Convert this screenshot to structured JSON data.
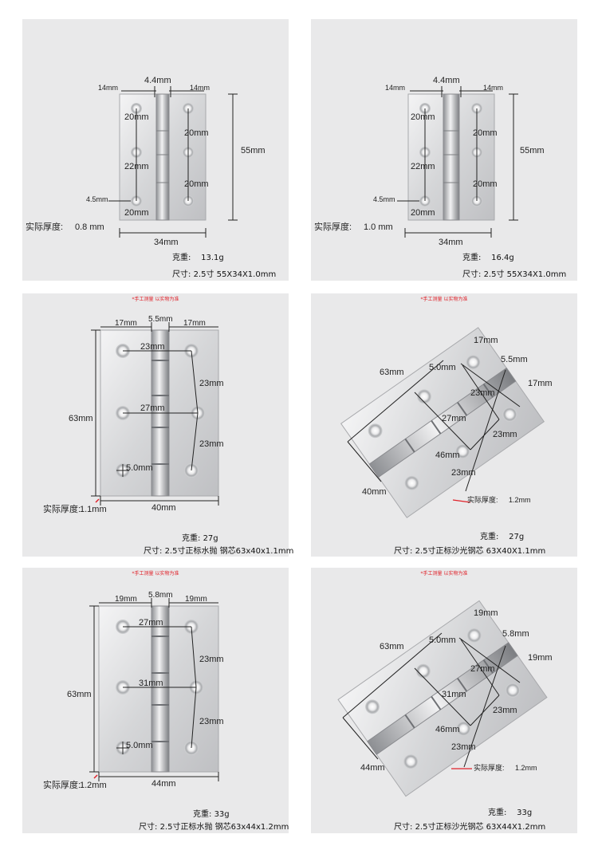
{
  "panels": [
    {
      "note": "",
      "top_width": "4.4mm",
      "leaf_left": "14mm",
      "leaf_right": "14mm",
      "holes": [
        "20mm",
        "22mm",
        "20mm"
      ],
      "holes_right": [
        "20mm",
        "20mm"
      ],
      "hole_dia": "4.5mm",
      "height": "55mm",
      "width": "34mm",
      "thickness_label": "实际厚度:",
      "thickness": "0.8 mm",
      "weight_label": "克重:",
      "weight": "13.1g",
      "size_label": "尺寸:",
      "size": "2.5寸 55X34X1.0mm"
    },
    {
      "note": "",
      "top_width": "4.4mm",
      "leaf_left": "14mm",
      "leaf_right": "14mm",
      "holes": [
        "20mm",
        "22mm",
        "20mm"
      ],
      "holes_right": [
        "20mm",
        "20mm"
      ],
      "hole_dia": "4.5mm",
      "height": "55mm",
      "width": "34mm",
      "thickness_label": "实际厚度:",
      "thickness": "1.0 mm",
      "weight_label": "克重:",
      "weight": "16.4g",
      "size_label": "尺寸:",
      "size": "2.5寸 55X34X1.0mm"
    },
    {
      "note": "*手工测量 以实物为准",
      "top_width": "5.5mm",
      "leaf_left": "17mm",
      "leaf_right": "17mm",
      "holes": [
        "23mm",
        "27mm",
        "5.0mm"
      ],
      "holes_right": [
        "23mm",
        "23mm"
      ],
      "height": "63mm",
      "width": "40mm",
      "thickness_label": "实际厚度:",
      "thickness": "1.1mm",
      "weight_label": "克重:",
      "weight": "27g",
      "size_label": "尺寸:",
      "size": "2.5寸正标水抛 钢芯63x40x1.1mm"
    },
    {
      "note": "*手工测量 以实物为准",
      "top_width": "5.5mm",
      "leaf": "17mm",
      "leaf2": "17mm",
      "diag": [
        "5.0mm",
        "23mm",
        "27mm",
        "23mm",
        "46mm",
        "23mm"
      ],
      "height": "63mm",
      "width": "40mm",
      "thickness_label": "实际厚度:",
      "thickness": "1.2mm",
      "weight_label": "克重:",
      "weight": "27g",
      "size_label": "尺寸:",
      "size": "2.5寸正标沙光钢芯 63X40X1.1mm"
    },
    {
      "note": "*手工测量 以实物为准",
      "top_width": "5.8mm",
      "leaf_left": "19mm",
      "leaf_right": "19mm",
      "holes": [
        "27mm",
        "31mm",
        "5.0mm"
      ],
      "holes_right": [
        "23mm",
        "23mm"
      ],
      "height": "63mm",
      "width": "44mm",
      "thickness_label": "实际厚度:",
      "thickness": "1.2mm",
      "weight_label": "克重:",
      "weight": "33g",
      "size_label": "尺寸:",
      "size": "2.5寸正标水抛 钢芯63x44x1.2mm"
    },
    {
      "note": "*手工测量 以实物为准",
      "top_width": "5.8mm",
      "leaf": "19mm",
      "leaf2": "19mm",
      "diag": [
        "5.0mm",
        "27mm",
        "31mm",
        "23mm",
        "46mm",
        "23mm"
      ],
      "height": "63mm",
      "width": "44mm",
      "thickness_label": "实际厚度:",
      "thickness": "1.2mm",
      "weight_label": "克重:",
      "weight": "33g",
      "size_label": "尺寸:",
      "size": "2.5寸正标沙光钢芯 63X44X1.2mm"
    }
  ]
}
